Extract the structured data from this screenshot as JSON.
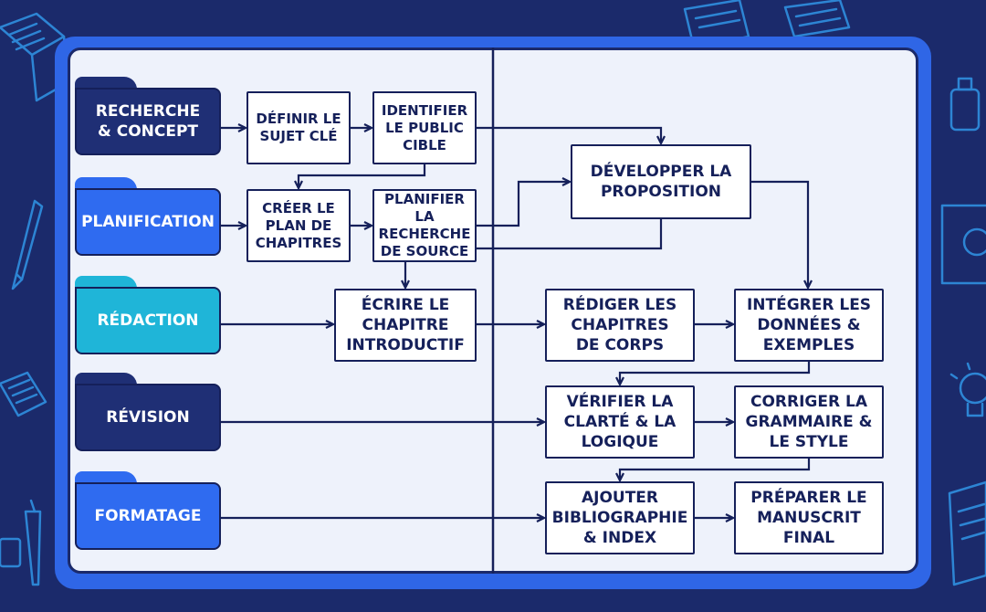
{
  "diagram": {
    "lanes": [
      {
        "id": "recherche",
        "label": "RECHERCHE\n& CONCEPT",
        "color": "#1f2f75"
      },
      {
        "id": "planification",
        "label": "PLANIFICATION",
        "color": "#2f6bf0"
      },
      {
        "id": "redaction",
        "label": "RÉDACTION",
        "color": "#1fb5d8"
      },
      {
        "id": "revision",
        "label": "RÉVISION",
        "color": "#1f2f75"
      },
      {
        "id": "formatage",
        "label": "FORMATAGE",
        "color": "#2f6bf0"
      }
    ],
    "nodes": {
      "definir": "DÉFINIR LE\nSUJET CLÉ",
      "identifier": "IDENTIFIER\nLE PUBLIC\nCIBLE",
      "developper": "DÉVELOPPER LA\nPROPOSITION",
      "creer": "CRÉER LE\nPLAN DE\nCHAPITRES",
      "planifier": "PLANIFIER LA\nRECHERCHE\nDE SOURCE",
      "ecrire": "ÉCRIRE LE\nCHAPITRE\nINTRODUCTIF",
      "rediger": "RÉDIGER LES\nCHAPITRES\nDE CORPS",
      "integrer": "INTÉGRER LES\nDONNÉES &\nEXEMPLES",
      "verifier": "VÉRIFIER LA\nCLARTÉ & LA\nLOGIQUE",
      "corriger": "CORRIGER LA\nGRAMMAIRE &\nLE STYLE",
      "ajouter": "AJOUTER\nBIBLIOGRAPHIE\n& INDEX",
      "preparer": "PRÉPARER LE\nMANUSCRIT\nFINAL"
    },
    "edges": [
      [
        "recherche",
        "definir"
      ],
      [
        "definir",
        "identifier"
      ],
      [
        "identifier",
        "developper"
      ],
      [
        "identifier",
        "creer"
      ],
      [
        "planification",
        "creer"
      ],
      [
        "creer",
        "planifier"
      ],
      [
        "planifier",
        "developper"
      ],
      [
        "developper",
        "ecrire"
      ],
      [
        "developper",
        "integrer"
      ],
      [
        "redaction",
        "ecrire"
      ],
      [
        "ecrire",
        "rediger"
      ],
      [
        "rediger",
        "integrer"
      ],
      [
        "integrer",
        "verifier"
      ],
      [
        "revision",
        "verifier"
      ],
      [
        "verifier",
        "corriger"
      ],
      [
        "corriger",
        "ajouter"
      ],
      [
        "formatage",
        "ajouter"
      ],
      [
        "ajouter",
        "preparer"
      ]
    ],
    "colors": {
      "ink": "#15205a",
      "background": "#1b2a6b",
      "panel": "#2f66e6",
      "paper": "#eef2fb"
    }
  }
}
